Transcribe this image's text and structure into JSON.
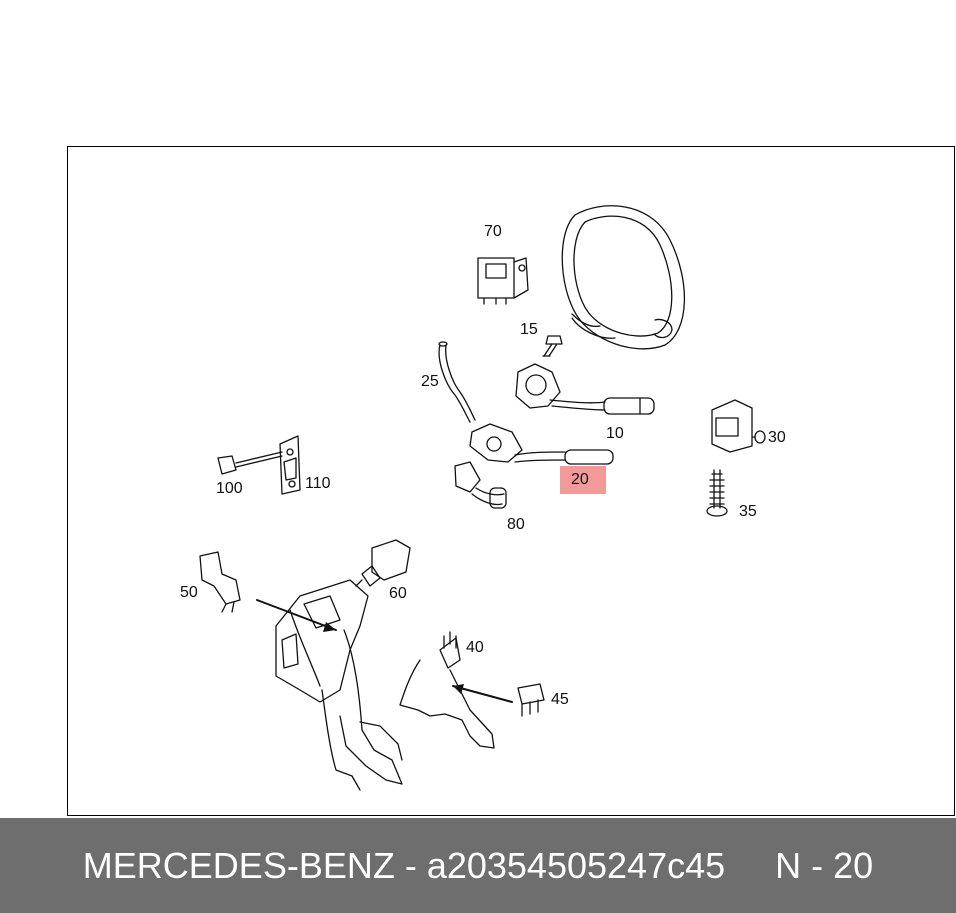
{
  "labels": {
    "p70": "70",
    "p15": "15",
    "p25": "25",
    "p10": "10",
    "p30": "30",
    "p20": "20",
    "p80": "80",
    "p100": "100",
    "p110": "110",
    "p35": "35",
    "p50": "50",
    "p60": "60",
    "p40": "40",
    "p45": "45"
  },
  "highlight": {
    "part": "20",
    "color": "#f29a9a"
  },
  "footer": {
    "brand": "MERCEDES-BENZ",
    "separator": " - ",
    "part_number": "a20354505247c45",
    "gap": "     ",
    "position": "N - 20",
    "background": "#6e6e6e"
  }
}
